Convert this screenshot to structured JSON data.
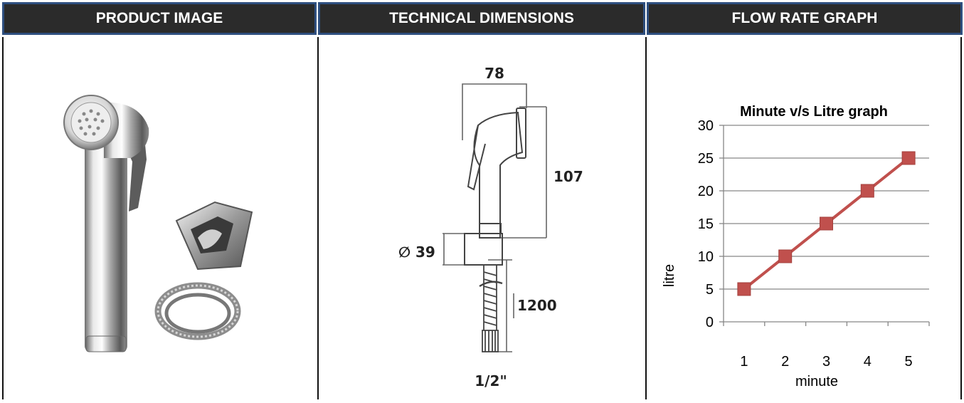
{
  "headers": {
    "product_image": "PRODUCT IMAGE",
    "technical_dimensions": "TECHNICAL DIMENSIONS",
    "flow_rate_graph": "FLOW RATE GRAPH"
  },
  "dimensions": {
    "width": "78",
    "height": "107",
    "diameter_symbol": "∅",
    "diameter": "39",
    "hose_length": "1200",
    "connector": "1/2\""
  },
  "chart_data": {
    "type": "line",
    "title": "Minute v/s Litre graph",
    "xlabel": "minute",
    "ylabel": "litre",
    "categories": [
      "1",
      "2",
      "3",
      "4",
      "5"
    ],
    "x": [
      1,
      2,
      3,
      4,
      5
    ],
    "y_ticks": [
      "0",
      "5",
      "10",
      "15",
      "20",
      "25",
      "30"
    ],
    "ylim": [
      0,
      30
    ],
    "series": [
      {
        "values": [
          5,
          10,
          15,
          20,
          25
        ]
      }
    ],
    "grid": true,
    "legend": "none",
    "line_color": "#c0504d",
    "grid_color": "#868686"
  }
}
